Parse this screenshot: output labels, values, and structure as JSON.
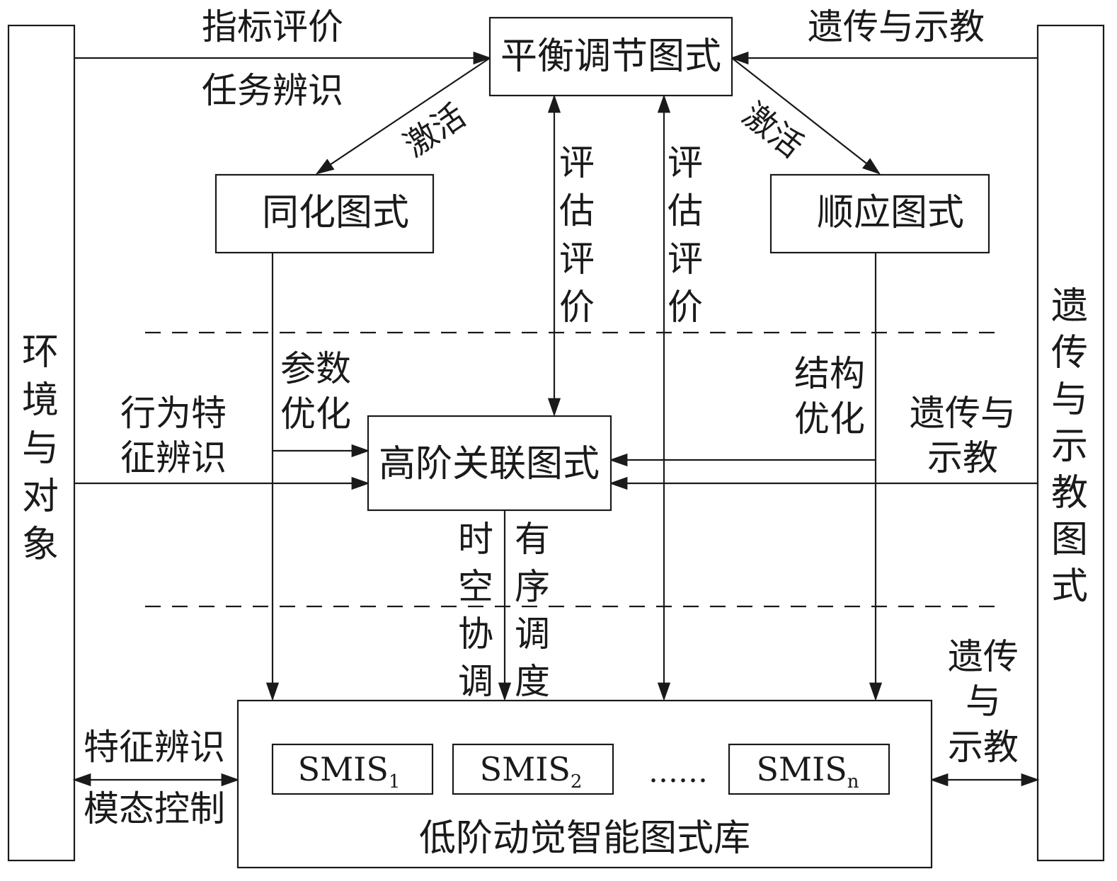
{
  "side_left": {
    "label": "环境与对象"
  },
  "side_right": {
    "label": "遗传与示教图式"
  },
  "top_box": {
    "label": "平衡调节图式"
  },
  "assim_box": {
    "label": "同化图式"
  },
  "accom_box": {
    "label": "顺应图式"
  },
  "high_box": {
    "label": "高阶关联图式"
  },
  "low_box": {
    "label": "低阶动觉智能图式库",
    "items": [
      {
        "name": "SMIS",
        "sub": "1"
      },
      {
        "name": "SMIS",
        "sub": "2"
      },
      {
        "name": "SMIS",
        "sub": "n"
      }
    ],
    "ellipsis": "……"
  },
  "labels": {
    "index_eval": "指标评价",
    "task_ident": "任务辨识",
    "genetic_top": "遗传与示教",
    "activate_left": "激活",
    "activate_right": "激活",
    "eval_left": "评估评价",
    "eval_right": "评估评价",
    "param_opt": "参数优化",
    "behavior_ident": "行为特征辨识",
    "struct_opt": "结构优化",
    "genetic_mid": "遗传与示教",
    "spatiotemporal": "时空协调",
    "ordered_sched": "有序调度",
    "feature_ident": "特征辨识",
    "modal_ctrl": "模态控制",
    "genetic_low_1": "遗传",
    "genetic_low_2": "与",
    "genetic_low_3": "示教"
  }
}
